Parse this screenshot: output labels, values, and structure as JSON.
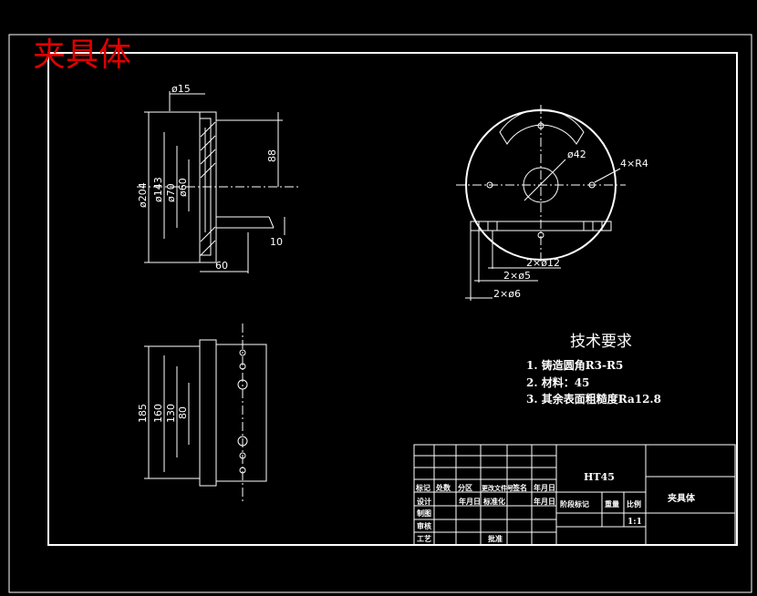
{
  "drawing_title": "夹具体",
  "front_view": {
    "dims": [
      "ø15",
      "ø204",
      "ø143",
      "ø70",
      "ø60",
      "88",
      "10",
      "60"
    ]
  },
  "plan_view": {
    "dims": [
      "ø42",
      "4×R4",
      "2×ø12",
      "2×ø5",
      "2×ø6"
    ]
  },
  "side_view": {
    "dims": [
      "185",
      "160",
      "130",
      "80"
    ]
  },
  "tech_requirements": {
    "title": "技术要求",
    "items": [
      "1.  铸造圆角R3-R5",
      "2.  材料：45",
      "3.  其余表面粗糙度Ra12.8"
    ]
  },
  "title_block": {
    "material": "HT45",
    "part_name": "夹具体",
    "scale": "1:1",
    "labels": [
      "标记",
      "处数",
      "分区",
      "更改文件号",
      "签名",
      "年月日",
      "设计",
      "年月日",
      "标准化",
      "年月日",
      "阶段标记",
      "重量",
      "比例",
      "制图",
      "审核",
      "工艺",
      "批准"
    ]
  }
}
